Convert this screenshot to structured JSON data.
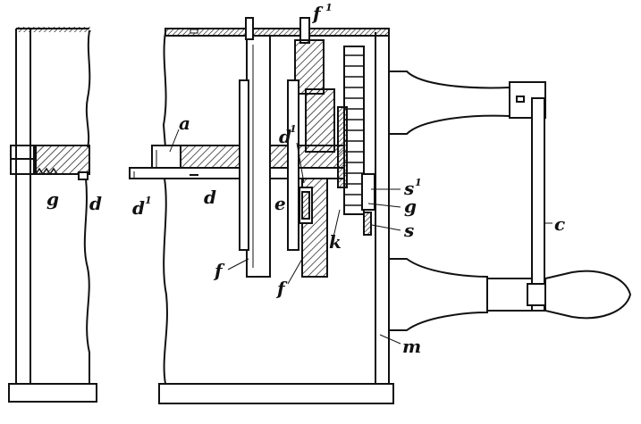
{
  "figure": {
    "labels": {
      "a": "a",
      "c": "c",
      "d_left": "d",
      "d_center": "d",
      "d1_left": "d",
      "d1_left_sup": "1",
      "d1_center": "d",
      "d1_center_sup": "1",
      "e": "e",
      "f_left": "f",
      "f_center": "f",
      "f1": "f",
      "f1_sup": "1",
      "g_left": "g",
      "g_right": "g",
      "k": "k",
      "m": "m",
      "s": "s",
      "s1": "s",
      "s1_sup": "1"
    }
  }
}
